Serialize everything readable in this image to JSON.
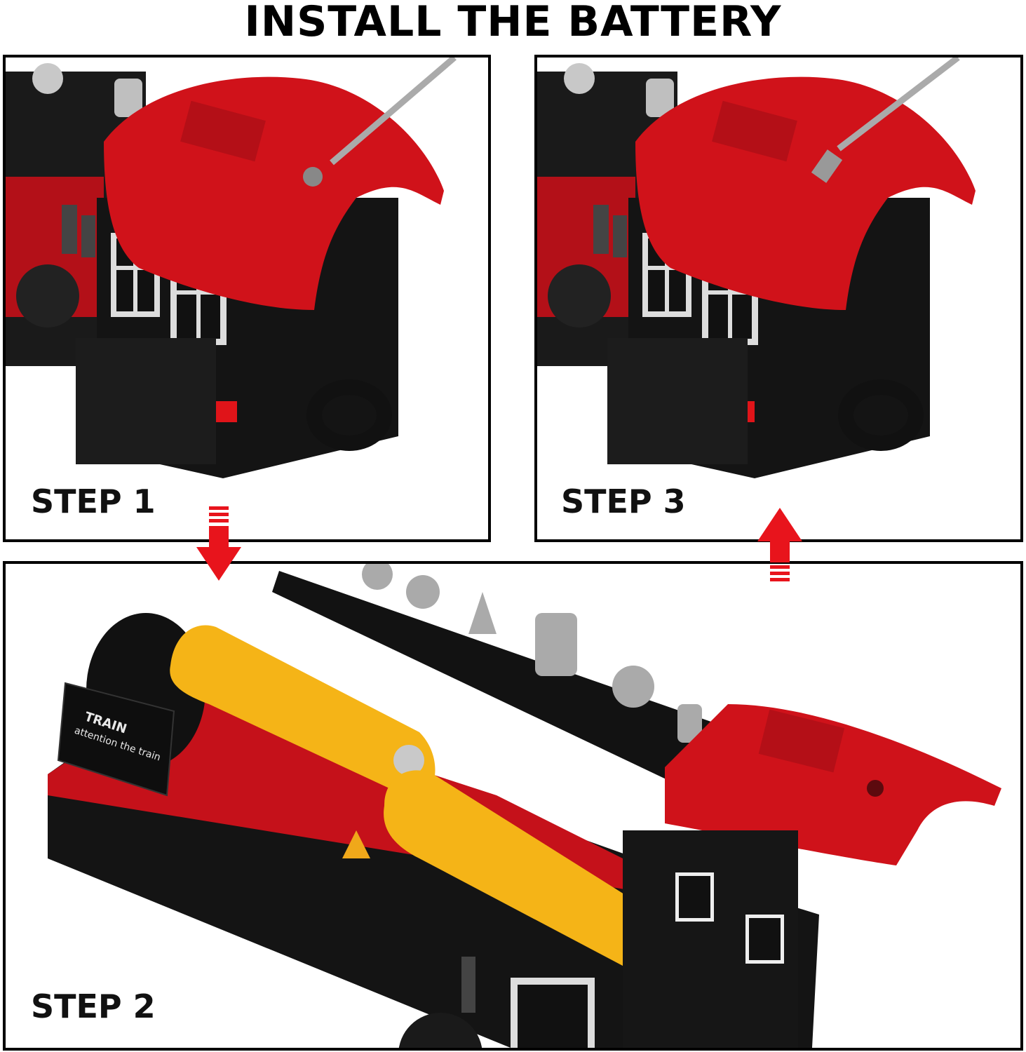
{
  "title": "INSTALL THE BATTERY",
  "steps": {
    "step1": "STEP 1",
    "step2": "STEP 2",
    "step3": "STEP 3"
  },
  "battery_label": {
    "line1": "TRAIN",
    "line2": "attention the train"
  },
  "colors": {
    "red": "#d0121a",
    "black": "#151515",
    "yellow": "#f5b417",
    "arrow_red": "#e8141c",
    "silver": "#b8b8b8"
  }
}
